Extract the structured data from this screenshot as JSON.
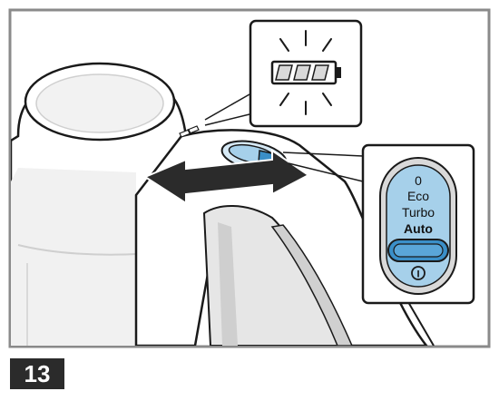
{
  "figure": {
    "step_number": "13",
    "mode_labels": {
      "off": "0",
      "eco": "Eco",
      "turbo": "Turbo",
      "auto": "Auto"
    },
    "power_symbol": "I",
    "icons": [
      "battery-charging-icon",
      "double-arrow-icon",
      "mode-slider-switch-icon"
    ],
    "colors": {
      "switch_blue": "#3a8fc8",
      "switch_light_blue": "#b9dcf1",
      "switch_panel_blue": "#a6d0ea",
      "housing_gray": "#d9d9d9",
      "frame_gray": "#8a8a8a",
      "outline": "#1a1a1a"
    }
  }
}
